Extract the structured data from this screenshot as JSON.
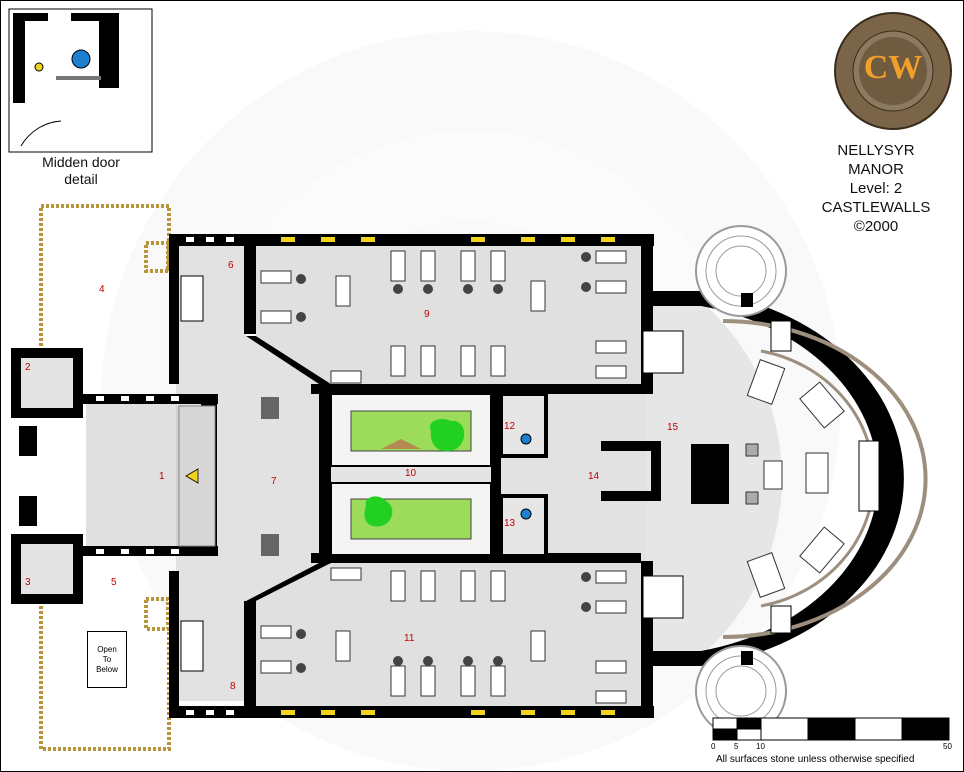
{
  "map": {
    "title_lines": [
      "NELLYSYR",
      "MANOR",
      "Level: 2",
      "CASTLEWALLS",
      "©2000"
    ],
    "logo_text": "CW",
    "inset_caption_lines": [
      "Midden door",
      "detail"
    ],
    "open_to_below_lines": [
      "Open",
      "To",
      "Below"
    ],
    "rooms": [
      "1",
      "2",
      "3",
      "4",
      "5",
      "6",
      "7",
      "8",
      "9",
      "10",
      "11",
      "12",
      "13",
      "14",
      "15"
    ],
    "scale": {
      "ticks": [
        "0",
        "5",
        "10",
        "50"
      ]
    },
    "footnote": "All surfaces stone unless otherwise specified",
    "colors": {
      "wall": "#000000",
      "floor": "#d8d8d8",
      "garden": "#9ddc5a",
      "label": "#c00000",
      "accent": "#f2d21b"
    }
  }
}
